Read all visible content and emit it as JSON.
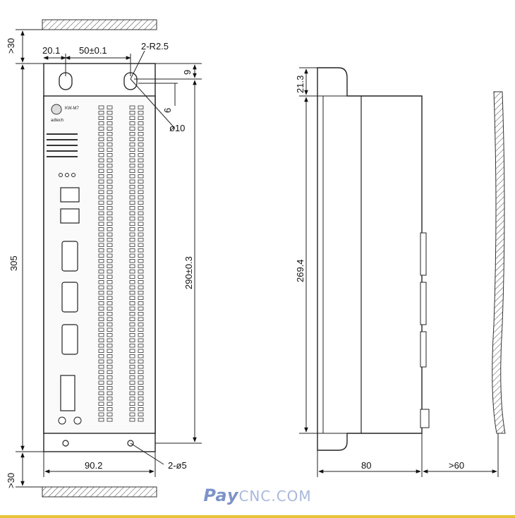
{
  "front_view": {
    "dims": {
      "top_clearance": ">30",
      "hole_offset": "20.1",
      "hole_spacing": "50±0.1",
      "slot_radius": "2-R2.5",
      "top_margin": "9",
      "slot_depth": "6",
      "hole_diameter": "ø10",
      "total_height": "305",
      "mount_height": "290±0.3",
      "bottom_clearance": ">30",
      "width": "90.2",
      "bottom_holes": "2-ø5"
    },
    "panel": {
      "logo_text": "KW-M7",
      "brand_text": "adtech"
    }
  },
  "side_view": {
    "dims": {
      "top_offset": "21.3",
      "body_height": "269.4",
      "depth": "80",
      "rear_clearance": ">60"
    }
  },
  "watermark": {
    "brand": "Pay",
    "domain": "CNC.COM"
  }
}
